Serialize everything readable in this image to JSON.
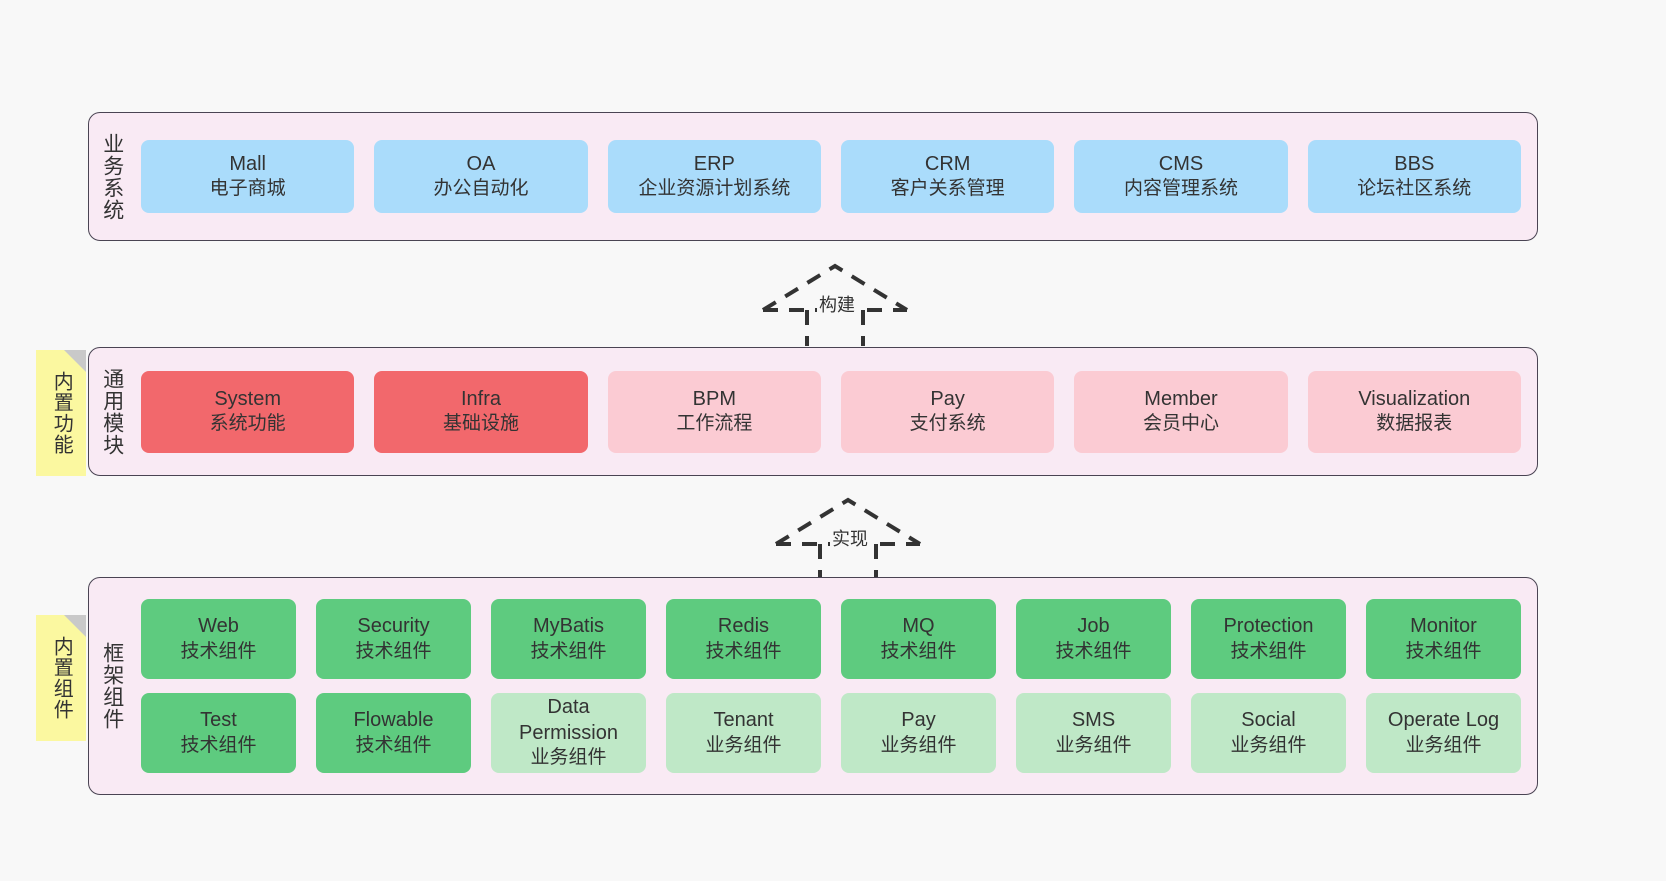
{
  "diagram": {
    "title_hidden": "",
    "background": "#f8f8f8",
    "layers": [
      {
        "id": "business",
        "caption": "业务系统",
        "card_style": "blue",
        "color": "#aadcfb",
        "rows": [
          {
            "cards": [
              {
                "en": "Mall",
                "cn": "电子商城",
                "style": "blue"
              },
              {
                "en": "OA",
                "cn": "办公自动化",
                "style": "blue"
              },
              {
                "en": "ERP",
                "cn": "企业资源计划系统",
                "style": "blue"
              },
              {
                "en": "CRM",
                "cn": "客户关系管理",
                "style": "blue"
              },
              {
                "en": "CMS",
                "cn": "内容管理系统",
                "style": "blue"
              },
              {
                "en": "BBS",
                "cn": "论坛社区系统",
                "style": "blue"
              }
            ]
          }
        ]
      },
      {
        "id": "common",
        "caption": "通用模块",
        "card_style": "pink",
        "color": "#fbcbd3",
        "rows": [
          {
            "cards": [
              {
                "en": "System",
                "cn": "系统功能",
                "style": "red"
              },
              {
                "en": "Infra",
                "cn": "基础设施",
                "style": "red"
              },
              {
                "en": "BPM",
                "cn": "工作流程",
                "style": "pink"
              },
              {
                "en": "Pay",
                "cn": "支付系统",
                "style": "pink"
              },
              {
                "en": "Member",
                "cn": "会员中心",
                "style": "pink"
              },
              {
                "en": "Visualization",
                "cn": "数据报表",
                "style": "pink"
              }
            ]
          }
        ]
      },
      {
        "id": "framework",
        "caption": "框架组件",
        "card_style": "green",
        "color": "#5ecb7f",
        "rows": [
          {
            "cards": [
              {
                "en": "Web",
                "cn": "技术组件",
                "style": "green"
              },
              {
                "en": "Security",
                "cn": "技术组件",
                "style": "green"
              },
              {
                "en": "MyBatis",
                "cn": "技术组件",
                "style": "green"
              },
              {
                "en": "Redis",
                "cn": "技术组件",
                "style": "green"
              },
              {
                "en": "MQ",
                "cn": "技术组件",
                "style": "green"
              },
              {
                "en": "Job",
                "cn": "技术组件",
                "style": "green"
              },
              {
                "en": "Protection",
                "cn": "技术组件",
                "style": "green"
              },
              {
                "en": "Monitor",
                "cn": "技术组件",
                "style": "green"
              }
            ]
          },
          {
            "cards": [
              {
                "en": "Test",
                "cn": "技术组件",
                "style": "green"
              },
              {
                "en": "Flowable",
                "cn": "技术组件",
                "style": "green"
              },
              {
                "en": "Data Permission",
                "cn": "业务组件",
                "style": "lgreen"
              },
              {
                "en": "Tenant",
                "cn": "业务组件",
                "style": "lgreen"
              },
              {
                "en": "Pay",
                "cn": "业务组件",
                "style": "lgreen"
              },
              {
                "en": "SMS",
                "cn": "业务组件",
                "style": "lgreen"
              },
              {
                "en": "Social",
                "cn": "业务组件",
                "style": "lgreen"
              },
              {
                "en": "Operate Log",
                "cn": "业务组件",
                "style": "lgreen"
              }
            ]
          }
        ]
      }
    ],
    "stickies": [
      {
        "id": "common",
        "text": "内置功能",
        "color": "#fbf8a0"
      },
      {
        "id": "framework",
        "text": "内置组件",
        "color": "#fbf8a0"
      }
    ],
    "connectors": [
      {
        "id": "build",
        "label": "构建",
        "style": "dashed-generalization"
      },
      {
        "id": "impl",
        "label": "实现",
        "style": "dashed-generalization"
      }
    ]
  }
}
